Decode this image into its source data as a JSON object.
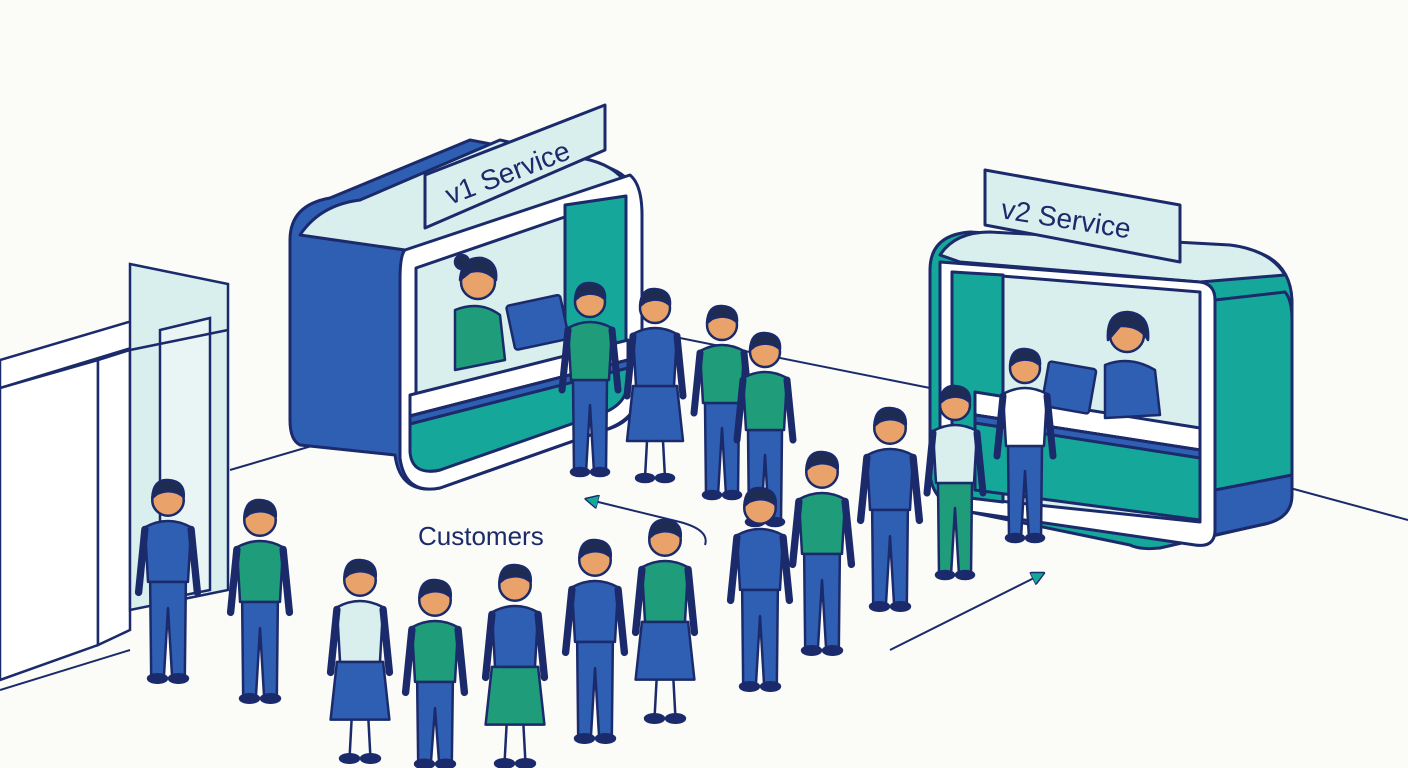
{
  "scene": {
    "booth_left": {
      "sign": "v1 Service"
    },
    "booth_right": {
      "sign": "v2 Service"
    },
    "queue_label": "Customers"
  },
  "colors": {
    "background": "#fbfbf8",
    "outline": "#1b2a6b",
    "blue": "#2f5fb3",
    "teal": "#15a89a",
    "green": "#1f9d7a",
    "light_teal": "#d8efee",
    "skin": "#e9a36a",
    "hair": "#1f2c52"
  },
  "icons": [
    "flow-arrow-icon"
  ]
}
